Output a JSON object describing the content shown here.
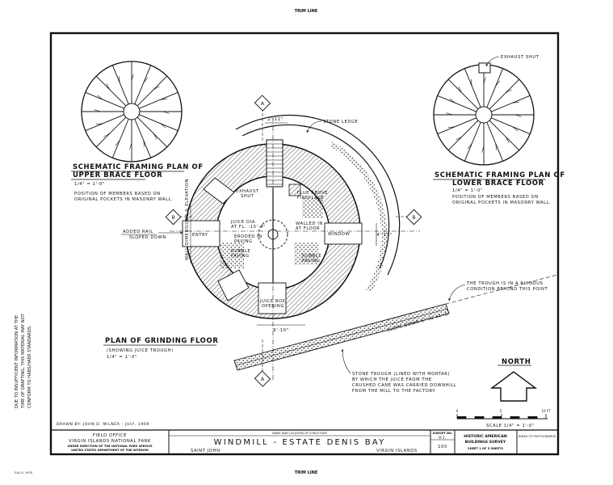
{
  "trim_line_top": "TRIM LINE",
  "trim_line_bottom": "TRIM LINE",
  "side_note": [
    "DUE TO INSUFFICIENT INFORMATION AT THE",
    "TIME OF DRAFTING, THIS MATERIAL MAY NOT",
    "CONFORM TO HABS/HAER STANDARDS."
  ],
  "upper_plan": {
    "title": "SCHEMATIC FRAMING PLAN OF",
    "title2": "UPPER BRACE FLOOR",
    "scale": "1/4\" = 1'-0\"",
    "note1": "POSITION OF MEMBERS BASED ON",
    "note2": "ORIGINAL POCKETS IN MASONRY WALL."
  },
  "lower_plan": {
    "exhaust": "EXHAUST SHUT",
    "title": "SCHEMATIC FRAMING PLAN OF",
    "title2": "LOWER BRACE FLOOR",
    "scale": "1/4\" = 1'-0\"",
    "note1": "POSITION OF MEMBERS BASED ON",
    "note2": "ORIGINAL POCKETS IN MASONRY WALL."
  },
  "grinding_plan": {
    "title": "PLAN OF GRINDING FLOOR",
    "subtitle": "(SHOWING JUICE TROUGH)",
    "scale": "1/4\" = 1'-0\"",
    "section_a": "A",
    "section_b": "B",
    "dim_top": "2'-11\"",
    "dim_bottom": "6'-10\"",
    "dim_right": "4'-11\"",
    "stone_ledge": "STONE LEDGE",
    "exhaust_shut": [
      "EXHAUST",
      "SHUT"
    ],
    "flue_above": [
      "FLUE ABOVE",
      "FIREPLACE"
    ],
    "juice_dia": [
      "JUICE DIA.",
      "AT FL. -15'-4\""
    ],
    "walled": [
      "WALLED IN",
      "AT FLOOR"
    ],
    "eroded": [
      "ERODED IN",
      "PAVING"
    ],
    "rubble_left": [
      "RUBBLE",
      "PAVING"
    ],
    "rubble_right": [
      "RUBBLE",
      "PAVING"
    ],
    "entry": "ENTRY",
    "window": "WINDOW",
    "wall_text": "WALL DIMENSIONS & ELEVATION",
    "juice_box": [
      "JUICE BOX",
      "OPENING"
    ],
    "added_rail": [
      "ADDED RAIL",
      "SLOPED DOWN"
    ],
    "slope_label": "SLOPE DOWN 5\" IN 44'-0\""
  },
  "trough_notes": {
    "condition": [
      "THE TROUGH IS IN A RUINOUS",
      "CONDITION BEYOND THIS POINT"
    ],
    "stone": [
      "STONE TROUGH (LINED WITH MORTAR)",
      "BY WHICH THE JUICE FROM THE",
      "CRUSHED CANE WAS CARRIED DOWNHILL",
      "FROM THE MILL TO THE FACTORY."
    ]
  },
  "north": {
    "label": "NORTH"
  },
  "scale_bar": {
    "start": "0",
    "mid": "5",
    "end": "10 FT",
    "label": "SCALE 1/4\" = 1'-0\""
  },
  "title_block": {
    "drawn_by": "DRAWN BY: JOHN D. MILNER - JULY, 1969",
    "office": "FIELD OFFICE",
    "office2": "VIRGIN ISLANDS NATIONAL PARK",
    "direction": "UNDER DIRECTION OF THE NATIONAL PARK SERVICE",
    "department": "UNITED STATES DEPARTMENT OF THE INTERIOR",
    "structure_label": "NAME AND LOCATION OF STRUCTURE",
    "structure": "WINDMILL - ESTATE DENIS BAY",
    "location_left": "SAINT JOHN",
    "location_right": "VIRGIN ISLANDS",
    "survey_label": "SURVEY NO.",
    "survey_no": "V.I.",
    "survey_num2": "100",
    "habs1": "HISTORIC AMERICAN",
    "habs2": "BUILDINGS SURVEY",
    "sheet": "SHEET 2 OF 5 SHEETS",
    "index": "INDEX TO PHOTOGRAPHS",
    "footer_code": "F.A.I.S. 1970"
  }
}
